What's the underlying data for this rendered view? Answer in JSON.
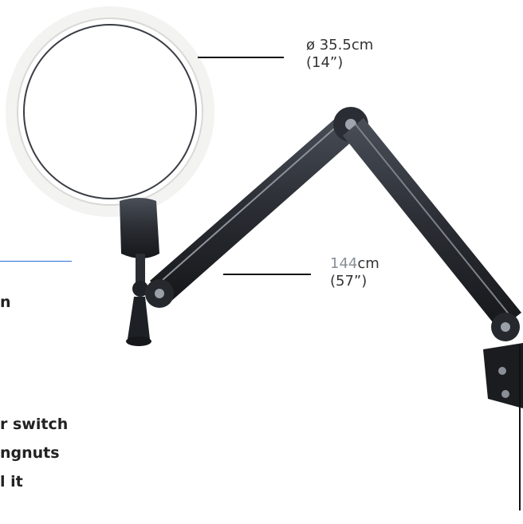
{
  "annotations": {
    "diameter_line1": "ø 35.5cm",
    "diameter_line2": "(14”)",
    "length_num": "144",
    "length_unit": "cm",
    "length_line2": "(57”)"
  },
  "left_text_fragments": [
    "n",
    "r switch",
    "ngnuts",
    "l it"
  ],
  "colors": {
    "accent_blue": "#2a6fd6",
    "arm_dark": "#2c2f36",
    "ring_light": "#f4f4f2"
  }
}
